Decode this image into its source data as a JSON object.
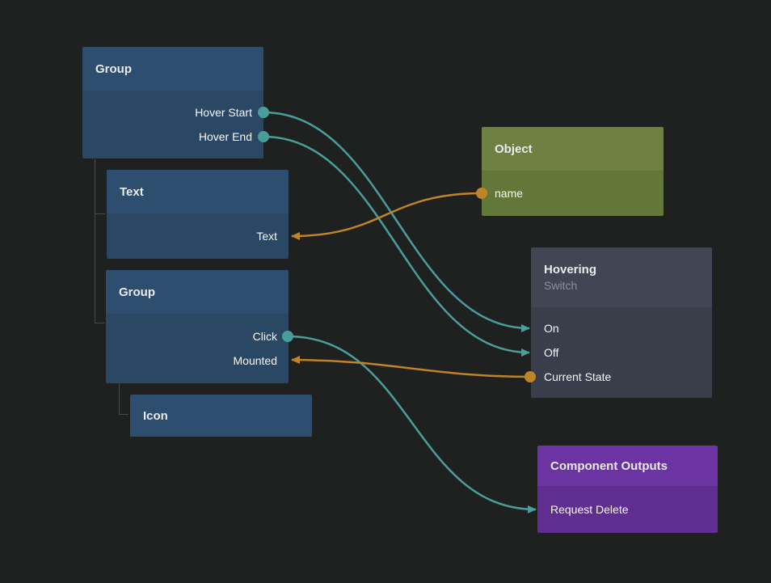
{
  "canvas": {
    "background": "#1f2020"
  },
  "colors": {
    "teal": "#4a9e99",
    "orange": "#bf8428",
    "tree_line": "#4a4a4a",
    "title_text": "#e9ebed",
    "port_text": "#f7f8f9",
    "subtitle_text": "#8b909c"
  },
  "palette": {
    "visual_node": {
      "header": "#2d4e6e",
      "body": "#2a4864"
    },
    "data_node": {
      "header": "#6e8142",
      "body": "#64773a"
    },
    "logic_node": {
      "header": "#414654",
      "body": "#393e4a"
    },
    "output_node": {
      "header": "#6c34a2",
      "body": "#602d90"
    }
  },
  "nodes": [
    {
      "title": "Group",
      "ports": [
        {
          "label": "Hover Start",
          "side": "right",
          "connector": "output-dot",
          "color": "teal"
        },
        {
          "label": "Hover End",
          "side": "right",
          "connector": "output-dot",
          "color": "teal"
        }
      ]
    },
    {
      "title": "Text",
      "ports": [
        {
          "label": "Text",
          "side": "right",
          "connector": "input-arrow",
          "color": "orange"
        }
      ]
    },
    {
      "title": "Group",
      "ports": [
        {
          "label": "Click",
          "side": "right",
          "connector": "output-dot",
          "color": "teal"
        },
        {
          "label": "Mounted",
          "side": "right",
          "connector": "input-arrow",
          "color": "orange"
        }
      ]
    },
    {
      "title": "Icon",
      "ports": []
    },
    {
      "title": "Object",
      "ports": [
        {
          "label": "name",
          "side": "left",
          "connector": "output-dot",
          "color": "orange"
        }
      ]
    },
    {
      "title": "Hovering",
      "subtitle": "Switch",
      "ports": [
        {
          "label": "On",
          "side": "left",
          "connector": "input-arrow",
          "color": "teal"
        },
        {
          "label": "Off",
          "side": "left",
          "connector": "input-arrow",
          "color": "teal"
        },
        {
          "label": "Current State",
          "side": "left",
          "connector": "output-dot",
          "color": "orange"
        }
      ]
    },
    {
      "title": "Component Outputs",
      "ports": [
        {
          "label": "Request Delete",
          "side": "left",
          "connector": "input-arrow",
          "color": "teal"
        }
      ]
    }
  ],
  "edges": [
    {
      "from": "Group.Hover Start",
      "to": "Hovering.On",
      "color": "teal"
    },
    {
      "from": "Group.Hover End",
      "to": "Hovering.Off",
      "color": "teal"
    },
    {
      "from": "Object.name",
      "to": "Text.Text",
      "color": "orange"
    },
    {
      "from": "Group 2.Click",
      "to": "Component Outputs.Request Delete",
      "color": "teal"
    },
    {
      "from": "Hovering.Current State",
      "to": "Group 2.Mounted",
      "color": "orange"
    }
  ],
  "hierarchy": [
    {
      "parent": "Group",
      "children": [
        "Text",
        "Group 2"
      ]
    },
    {
      "parent": "Group 2",
      "children": [
        "Icon"
      ]
    }
  ]
}
